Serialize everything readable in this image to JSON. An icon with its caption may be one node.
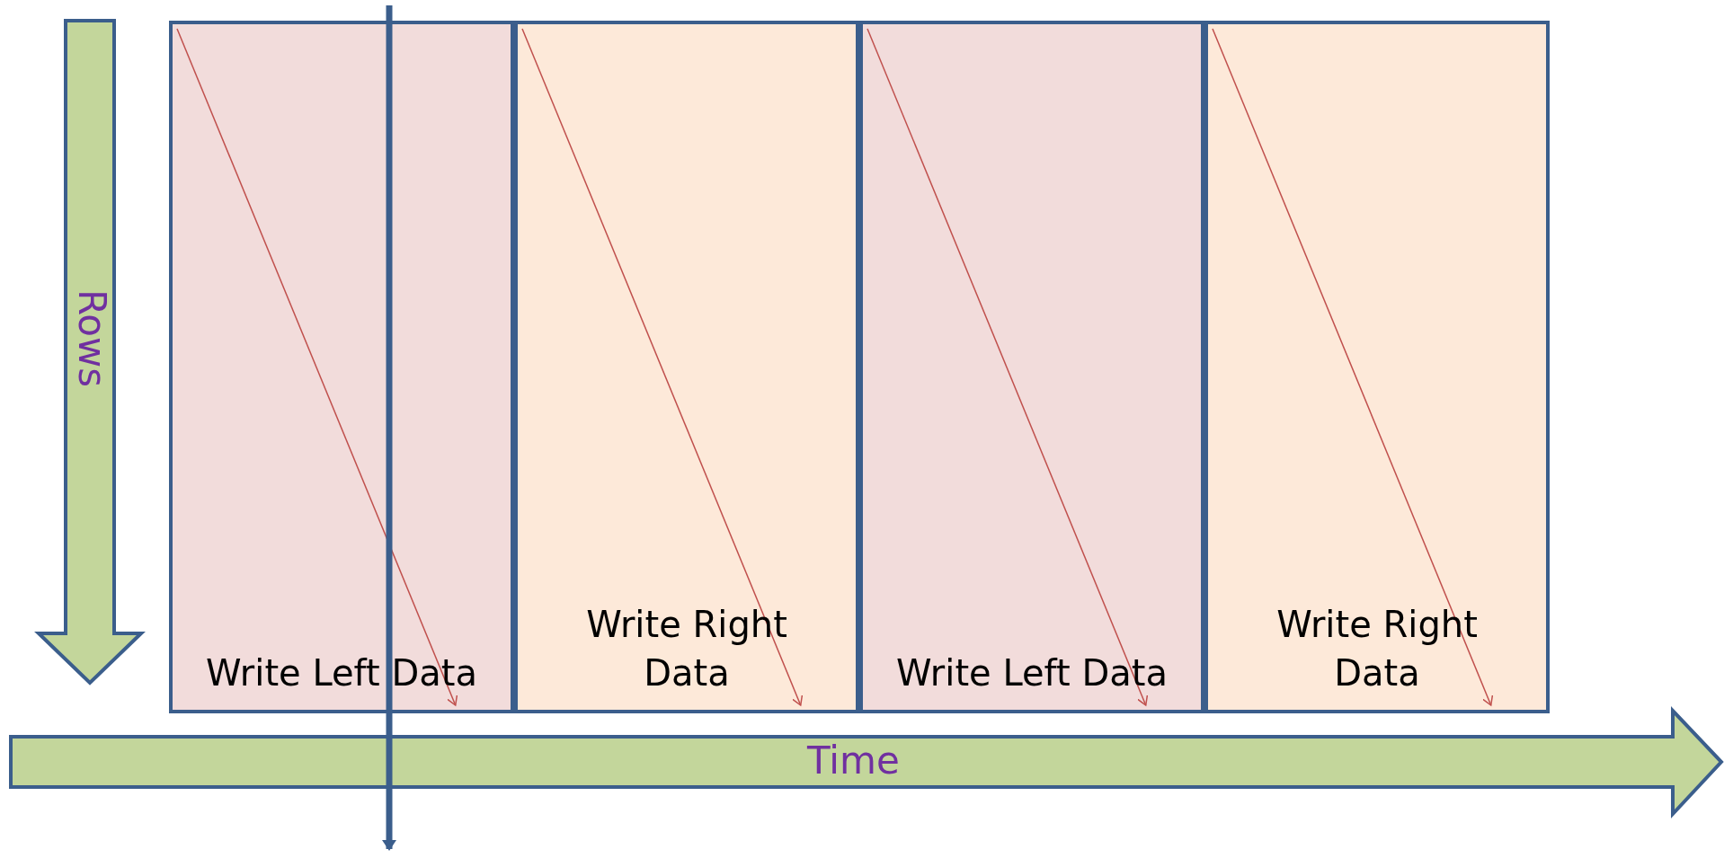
{
  "diagram": {
    "nodes": [
      {
        "text": [
          "Write Left Data"
        ]
      },
      {
        "text": [
          "Write Right Data"
        ]
      },
      {
        "text": [
          "Write Left Data"
        ]
      },
      {
        "text": [
          "Write Right Data"
        ]
      }
    ],
    "labels": [
      "Rows",
      "Time"
    ]
  }
}
